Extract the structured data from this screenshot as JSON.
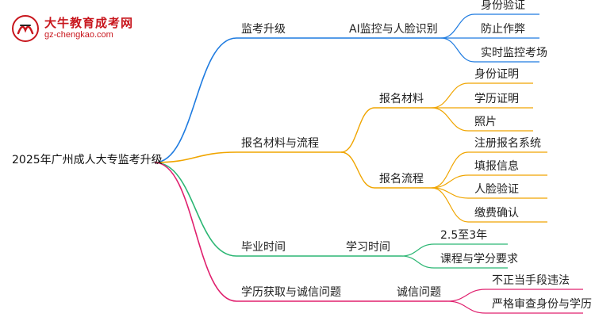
{
  "logo": {
    "title": "大牛教育成考网",
    "url": "gz-chengkao.com",
    "brand_color": "#c8161d"
  },
  "mindmap": {
    "root": "2025年广州成人大专监考升级",
    "branches": [
      {
        "label": "监考升级",
        "color": "#1e7be0",
        "children": [
          {
            "label": "AI监控与人脸识别",
            "children": [
              "身份验证",
              "防止作弊",
              "实时监控考场"
            ]
          }
        ]
      },
      {
        "label": "报名材料与流程",
        "color": "#f0a500",
        "children": [
          {
            "label": "报名材料",
            "children": [
              "身份证明",
              "学历证明",
              "照片"
            ]
          },
          {
            "label": "报名流程",
            "children": [
              "注册报名系统",
              "填报信息",
              "人脸验证",
              "缴费确认"
            ]
          }
        ]
      },
      {
        "label": "毕业时间",
        "color": "#2bb673",
        "children": [
          {
            "label": "学习时间",
            "children": [
              "2.5至3年",
              "课程与学分要求"
            ]
          }
        ]
      },
      {
        "label": "学历获取与诚信问题",
        "color": "#e0206e",
        "children": [
          {
            "label": "诚信问题",
            "children": [
              "不正当手段违法",
              "严格审查身份与学历"
            ]
          }
        ]
      }
    ]
  }
}
